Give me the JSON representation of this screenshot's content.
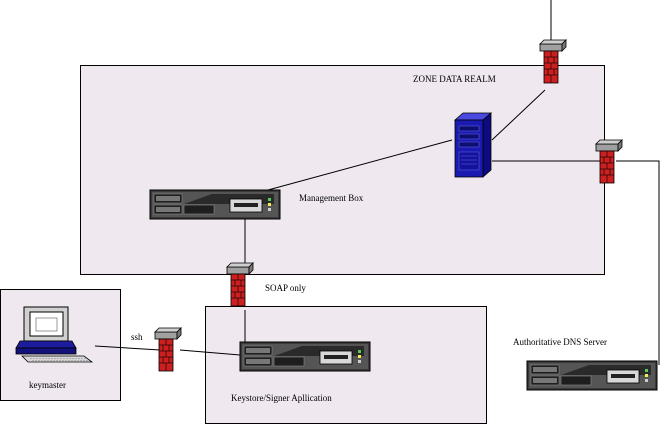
{
  "labels": {
    "zone_data_realm": "ZONE DATA REALM",
    "management_box": "Management Box",
    "soap_only": "SOAP only",
    "ssh": "ssh",
    "keymaster": "keymaster",
    "keystore_signer": "Keystore/Signer Apllication",
    "authoritative_dns": "Authoritative DNS Server"
  },
  "icons": {
    "server": "rack-server-icon",
    "tower": "tower-server-icon",
    "firewall": "brick-firewall-icon",
    "workstation": "computer-workstation-icon"
  },
  "colors": {
    "zone_fill": "#efe9ef",
    "firewall_brick": "#cc1f1f",
    "tower_blue": "#1a1ab0",
    "workstation_blue": "#1c1c9c",
    "server_dark": "#2e2e2e"
  }
}
